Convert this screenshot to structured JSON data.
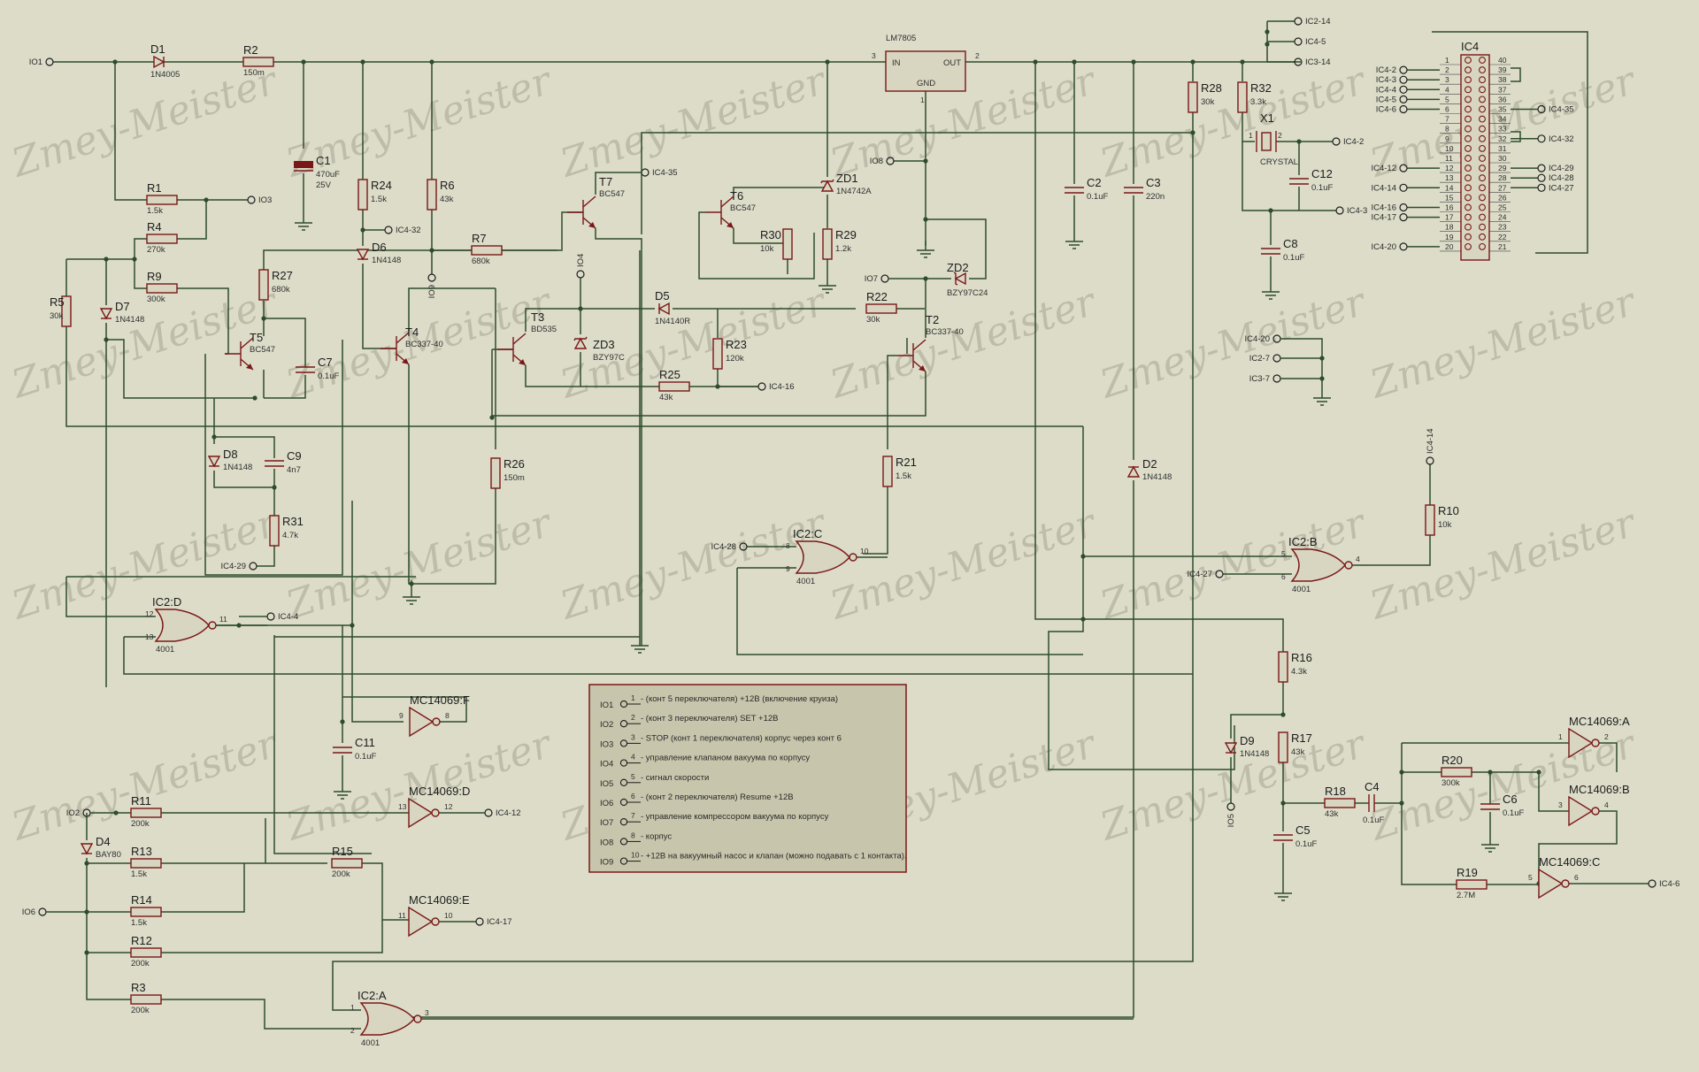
{
  "watermark": "Zmey-Meister",
  "colors": {
    "background": "#dcdcc9",
    "wire": "#2e4d2a",
    "component": "#7a1818",
    "legend_fill": "#c7c5ab"
  },
  "regulator": {
    "ref": "LM7805",
    "in": "IN",
    "out": "OUT",
    "gnd": "GND",
    "pin_in": "3",
    "pin_out": "2",
    "pin_gnd": "1"
  },
  "resistors": [
    {
      "ref": "R1",
      "value": "1.5k"
    },
    {
      "ref": "R2",
      "value": "150m"
    },
    {
      "ref": "R3",
      "value": "200k"
    },
    {
      "ref": "R4",
      "value": "270k"
    },
    {
      "ref": "R5",
      "value": "30k"
    },
    {
      "ref": "R6",
      "value": "43k"
    },
    {
      "ref": "R7",
      "value": "680k"
    },
    {
      "ref": "R9",
      "value": "300k"
    },
    {
      "ref": "R10",
      "value": "10k"
    },
    {
      "ref": "R11",
      "value": "200k"
    },
    {
      "ref": "R12",
      "value": "200k"
    },
    {
      "ref": "R13",
      "value": "1.5k"
    },
    {
      "ref": "R14",
      "value": "1.5k"
    },
    {
      "ref": "R15",
      "value": "200k"
    },
    {
      "ref": "R16",
      "value": "4.3k"
    },
    {
      "ref": "R17",
      "value": "43k"
    },
    {
      "ref": "R18",
      "value": "43k"
    },
    {
      "ref": "R19",
      "value": "2.7M"
    },
    {
      "ref": "R20",
      "value": "300k"
    },
    {
      "ref": "R21",
      "value": "1.5k"
    },
    {
      "ref": "R22",
      "value": "30k"
    },
    {
      "ref": "R23",
      "value": "120k"
    },
    {
      "ref": "R24",
      "value": "1.5k"
    },
    {
      "ref": "R25",
      "value": "43k"
    },
    {
      "ref": "R26",
      "value": "150m"
    },
    {
      "ref": "R27",
      "value": "680k"
    },
    {
      "ref": "R28",
      "value": "30k"
    },
    {
      "ref": "R29",
      "value": "1.2k"
    },
    {
      "ref": "R30",
      "value": "10k"
    },
    {
      "ref": "R31",
      "value": "4.7k"
    },
    {
      "ref": "R32",
      "value": "3.3k"
    }
  ],
  "capacitors": [
    {
      "ref": "C1",
      "value": "470uF",
      "value2": "25V"
    },
    {
      "ref": "C2",
      "value": "0.1uF"
    },
    {
      "ref": "C3",
      "value": "220n"
    },
    {
      "ref": "C4",
      "value": "0.1uF"
    },
    {
      "ref": "C5",
      "value": "0.1uF"
    },
    {
      "ref": "C6",
      "value": "0.1uF"
    },
    {
      "ref": "C7",
      "value": "0.1uF"
    },
    {
      "ref": "C8",
      "value": "0.1uF"
    },
    {
      "ref": "C9",
      "value": "4n7"
    },
    {
      "ref": "C11",
      "value": "0.1uF"
    },
    {
      "ref": "C12",
      "value": "0.1uF"
    }
  ],
  "diodes": [
    {
      "ref": "D1",
      "value": "1N4005"
    },
    {
      "ref": "D2",
      "value": "1N4148"
    },
    {
      "ref": "D4",
      "value": "BAY80"
    },
    {
      "ref": "D5",
      "value": "1N4140R"
    },
    {
      "ref": "D6",
      "value": "1N4148"
    },
    {
      "ref": "D7",
      "value": "1N4148"
    },
    {
      "ref": "D8",
      "value": "1N4148"
    },
    {
      "ref": "D9",
      "value": "1N4148"
    },
    {
      "ref": "ZD1",
      "value": "1N4742A"
    },
    {
      "ref": "ZD2",
      "value": "BZY97C24"
    },
    {
      "ref": "ZD3",
      "value": "BZY97C"
    }
  ],
  "transistors": [
    {
      "ref": "T2",
      "value": "BC337-40"
    },
    {
      "ref": "T3",
      "value": "BD535"
    },
    {
      "ref": "T4",
      "value": "BC337-40"
    },
    {
      "ref": "T5",
      "value": "BC547"
    },
    {
      "ref": "T6",
      "value": "BC547"
    },
    {
      "ref": "T7",
      "value": "BC547"
    }
  ],
  "crystal": {
    "ref": "X1",
    "value": "CRYSTAL",
    "pin1": "1",
    "pin2": "2"
  },
  "gates": [
    {
      "ref": "IC2:A",
      "type": "4001",
      "pins": [
        "1",
        "2",
        "3"
      ]
    },
    {
      "ref": "IC2:B",
      "type": "4001",
      "pins": [
        "5",
        "6",
        "4"
      ]
    },
    {
      "ref": "IC2:C",
      "type": "4001",
      "pins": [
        "8",
        "9",
        "10"
      ]
    },
    {
      "ref": "IC2:D",
      "type": "4001",
      "pins": [
        "12",
        "13",
        "11"
      ]
    },
    {
      "ref": "MC14069:A",
      "pins": [
        "1",
        "2"
      ]
    },
    {
      "ref": "MC14069:B",
      "pins": [
        "3",
        "4"
      ]
    },
    {
      "ref": "MC14069:C",
      "pins": [
        "5",
        "6"
      ]
    },
    {
      "ref": "MC14069:D",
      "pins": [
        "13",
        "12"
      ]
    },
    {
      "ref": "MC14069:E",
      "pins": [
        "11",
        "10"
      ]
    },
    {
      "ref": "MC14069:F",
      "pins": [
        "9",
        "8"
      ]
    }
  ],
  "ic4": {
    "ref": "IC4",
    "left_pins": [
      "1",
      "2",
      "3",
      "4",
      "5",
      "6",
      "7",
      "8",
      "9",
      "10",
      "11",
      "12",
      "13",
      "14",
      "15",
      "16",
      "17",
      "18",
      "19",
      "20"
    ],
    "right_pins": [
      "40",
      "39",
      "38",
      "37",
      "36",
      "35",
      "34",
      "33",
      "32",
      "31",
      "30",
      "29",
      "28",
      "27",
      "26",
      "25",
      "24",
      "23",
      "22",
      "21"
    ],
    "left_labels": [
      {
        "pin": 2,
        "text": "IC4-2"
      },
      {
        "pin": 3,
        "text": "IC4-3"
      },
      {
        "pin": 4,
        "text": "IC4-4"
      },
      {
        "pin": 5,
        "text": "IC4-5"
      },
      {
        "pin": 6,
        "text": "IC4-6"
      },
      {
        "pin": 12,
        "text": "IC4-12"
      },
      {
        "pin": 14,
        "text": "IC4-14"
      },
      {
        "pin": 16,
        "text": "IC4-16"
      },
      {
        "pin": 17,
        "text": "IC4-17"
      },
      {
        "pin": 20,
        "text": "IC4-20"
      }
    ],
    "right_labels": [
      {
        "pin": 35,
        "text": "IC4-35"
      },
      {
        "pin": 32,
        "text": "IC4-32"
      },
      {
        "pin": 29,
        "text": "IC4-29"
      },
      {
        "pin": 28,
        "text": "IC4-28"
      },
      {
        "pin": 27,
        "text": "IC4-27"
      }
    ]
  },
  "net_labels": [
    "IO1",
    "IO2",
    "IO3",
    "IO4",
    "IO5",
    "IO6",
    "IO7",
    "IO8",
    "IO9",
    "IC2-14",
    "IC4-5",
    "IC3-14",
    "IC4-2",
    "IC4-3",
    "IC4-35",
    "IC4-32",
    "IC4-16",
    "IC4-29",
    "IC4-4",
    "IC4-28",
    "IC4-27",
    "IC4-14",
    "IC4-12",
    "IC4-17",
    "IC4-6",
    "IC4-20",
    "IC2-7",
    "IC3-7"
  ],
  "legend": [
    {
      "io": "IO1",
      "num": "1",
      "text": "(конт 5 переключателя) +12В (включение круиза)"
    },
    {
      "io": "IO2",
      "num": "2",
      "text": "(конт 3 переключателя) SET +12В"
    },
    {
      "io": "IO3",
      "num": "3",
      "text": "STOP (конт 1 переключателя) корпус через конт 6"
    },
    {
      "io": "IO4",
      "num": "4",
      "text": "управление клапаном вакуума по корпусу"
    },
    {
      "io": "IO5",
      "num": "5",
      "text": "сигнал скорости"
    },
    {
      "io": "IO6",
      "num": "6",
      "text": "(конт 2 переключателя) Resume +12В"
    },
    {
      "io": "IO7",
      "num": "7",
      "text": "управление компрессором вакуума по корпусу"
    },
    {
      "io": "IO8",
      "num": "8",
      "text": "корпус"
    },
    {
      "io": "IO9",
      "num": "10",
      "text": "+12В на вакуумный насос и клапан (можно подавать с 1 контакта)."
    }
  ]
}
